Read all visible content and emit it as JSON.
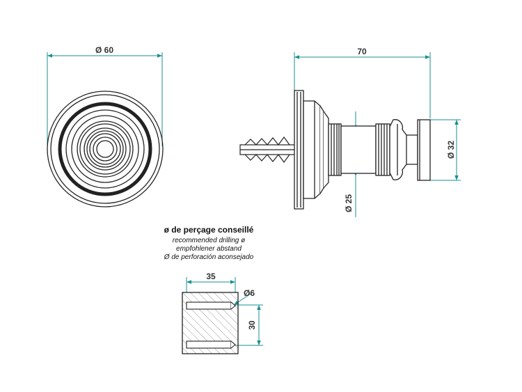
{
  "front_view": {
    "diameter_label": "Ø 60"
  },
  "side_view": {
    "length_label": "70",
    "plate_diameter_label": "Ø 32",
    "shaft_diameter_label": "Ø 25"
  },
  "drilling_note": {
    "title": "ø de perçage conseillé",
    "lines": [
      "recommended drilling ø",
      "empfohlener abstand",
      "Ø de perforación aconsejado"
    ]
  },
  "section_view": {
    "spacing_label": "35",
    "hole_diameter_label": "Ø6",
    "depth_label": "30"
  },
  "colors": {
    "dimension": "#1a8f8f",
    "outline": "#222222"
  }
}
